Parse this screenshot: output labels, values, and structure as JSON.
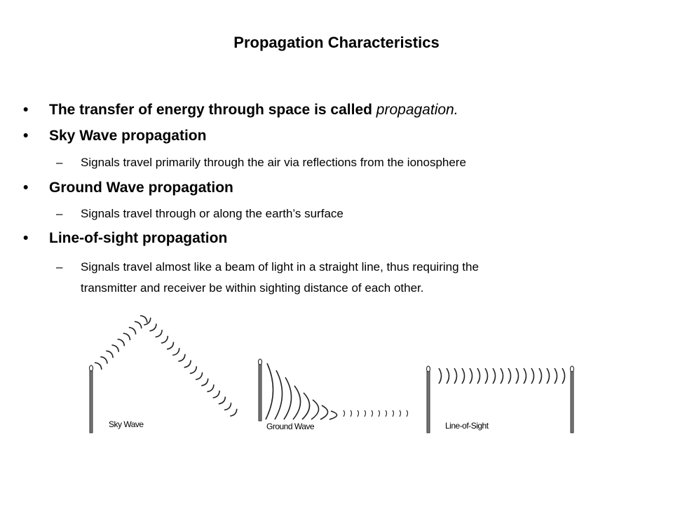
{
  "title": "Propagation Characteristics",
  "bullets": [
    {
      "text": "The transfer of energy through space is called ",
      "emphasis": "propagation."
    },
    {
      "text": "Sky Wave propagation",
      "sub": "Signals travel primarily through the air via reflections from the ionosphere"
    },
    {
      "text": "Ground Wave propagation",
      "sub": "Signals travel through or along the earth’s surface"
    },
    {
      "text": "Line-of-sight propagation",
      "sub": "Signals travel almost like a beam of light in a straight line, thus requiring the",
      "sub_cont": "transmitter and receiver be within sighting distance of each other."
    }
  ],
  "bullet_symbol": "•",
  "dash_symbol": "–",
  "diagram": {
    "labels": {
      "sky": "Sky Wave",
      "ground": "Ground Wave",
      "los": "Line-of-Sight"
    }
  }
}
